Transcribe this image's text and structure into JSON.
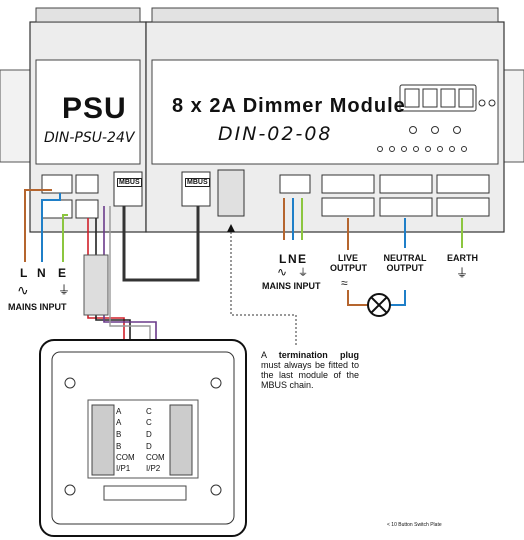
{
  "psu": {
    "title": "PSU",
    "model": "DIN-PSU-24V"
  },
  "dimmer": {
    "title": "8 x 2A Dimmer Module",
    "model": "DIN-02-08"
  },
  "mbus_label": "MBUS",
  "mains_left": {
    "l": "L",
    "n": "N",
    "e": "E",
    "caption": "MAINS INPUT"
  },
  "mains_right": {
    "l": "L",
    "n": "N",
    "e": "E",
    "caption": "MAINS INPUT"
  },
  "outputs": {
    "live": "LIVE OUTPUT",
    "neutral": "NEUTRAL OUTPUT",
    "earth": "EARTH"
  },
  "note": {
    "pre": "A ",
    "bold": "termination plug",
    "post": " must always be fitted to the last module of the MBUS chain."
  },
  "switch_pins": {
    "left": [
      "A",
      "A",
      "B",
      "B",
      "COM",
      "I/P1"
    ],
    "right": [
      "C",
      "C",
      "D",
      "D",
      "COM",
      "I/P2"
    ]
  },
  "switch_caption": "< 10 Button Switch Plate",
  "colors": {
    "live": "#b5652e",
    "neutral": "#1f7fc8",
    "earth": "#8cc63f",
    "mbus_a": "#d0202a",
    "mbus_b": "#6a3a8a",
    "housing": "#ededed"
  }
}
